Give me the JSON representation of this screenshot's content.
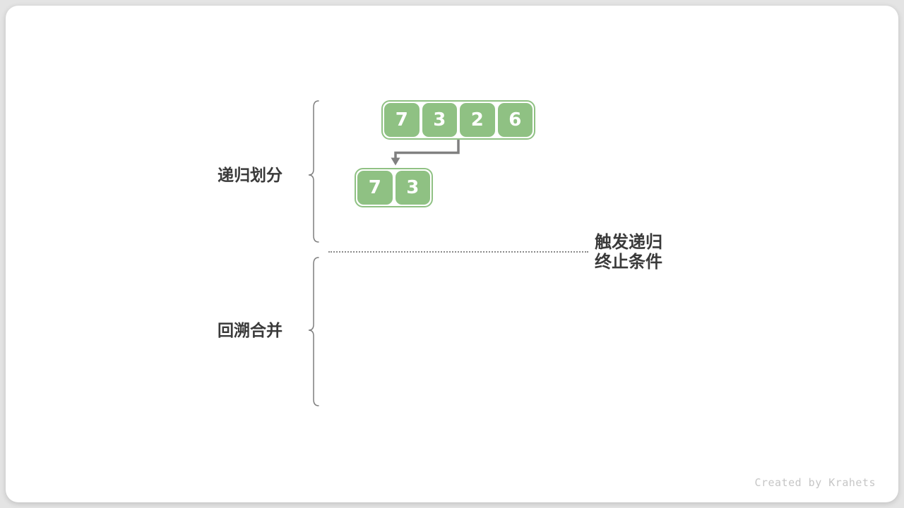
{
  "diagram": {
    "section_labels": {
      "recursive_partition": "递归划分",
      "backtrack_merge": "回溯合并"
    },
    "top_array": {
      "values": [
        "7",
        "3",
        "2",
        "6"
      ]
    },
    "sub_array": {
      "values": [
        "7",
        "3"
      ]
    },
    "annotation": {
      "line1": "触发递归",
      "line2": "终止条件"
    },
    "watermark": "Created by Krahets"
  },
  "colors": {
    "cell-green": "#8FC183",
    "arrow-gray": "#808080",
    "brace-gray": "#7E7E7E",
    "text-dark": "#3A3A3A",
    "dotted-gray": "#8A8A8A",
    "watermark-gray": "#C6C6C6",
    "page-bg": "#E4E4E4",
    "card-bg": "#FFFFFF"
  }
}
